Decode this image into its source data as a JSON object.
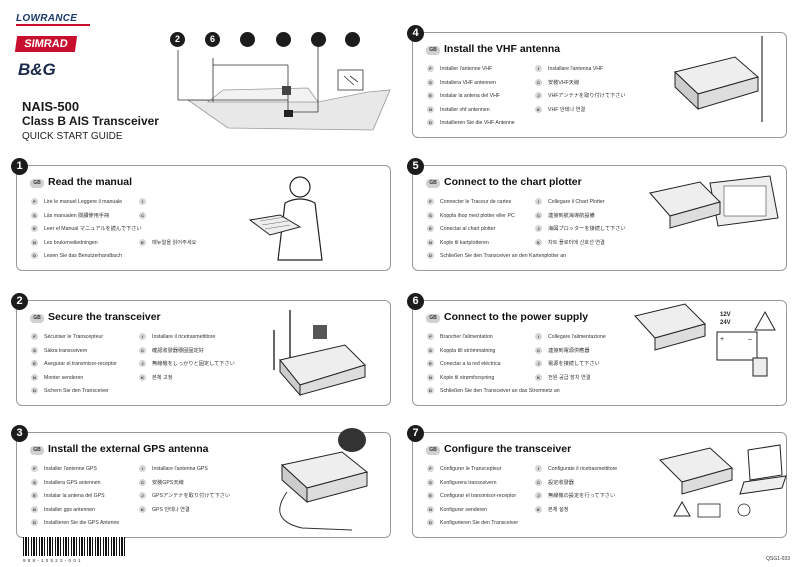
{
  "brands": {
    "lowrance": "LOWRANCE",
    "simrad": "SIMRAD",
    "bg": "B&G"
  },
  "header": {
    "model": "NAIS-500",
    "product": "Class B AIS Transceiver",
    "guide": "QUICK START GUIDE"
  },
  "diagram_callouts": [
    "2",
    "6"
  ],
  "doc_id": "QSG1-033",
  "barcode_text": "9 8 8 - 1 0 5 2 2 - 0 0 1",
  "steps": [
    {
      "num": "1",
      "code": "GB",
      "title": "Read the manual",
      "rows": [
        [
          "F",
          "Lire le manuel Leggere il manuale",
          "I",
          ""
        ],
        [
          "S",
          "Läs manualen 閱讀使用手冊",
          "C",
          ""
        ],
        [
          "E",
          "Leer el Manual マニュアルを読んで下さい",
          "",
          ""
        ],
        [
          "N",
          "Les brukerveiledningen",
          "K",
          "매뉴얼을 읽어주세요"
        ],
        [
          "D",
          "Lesen Sie das Benutzerhandbuch",
          "",
          ""
        ]
      ]
    },
    {
      "num": "2",
      "code": "GB",
      "title": "Secure the transceiver",
      "rows": [
        [
          "F",
          "Sécuriser le Transcepteur",
          "I",
          "Installare il ricetrasmettitore"
        ],
        [
          "S",
          "Säkra transceivern",
          "C",
          "確認收發器穩固固定好"
        ],
        [
          "E",
          "Asegurar el transmisor-receptor",
          "J",
          "無線機をしっかりと固定して下さい"
        ],
        [
          "N",
          "Monter senderen",
          "K",
          "본체 고정"
        ],
        [
          "D",
          "Sichern Sie den Transceiver",
          "",
          ""
        ]
      ]
    },
    {
      "num": "3",
      "code": "GB",
      "title": "Install the external GPS antenna",
      "rows": [
        [
          "F",
          "Installer l'antenne GPS",
          "I",
          "Installare l'antenna GPS"
        ],
        [
          "S",
          "Installera GPS antennen",
          "C",
          "安裝GPS天線"
        ],
        [
          "E",
          "Instalar la antena del GPS",
          "J",
          "GPSアンテナを取り付けて下さい"
        ],
        [
          "N",
          "Installer gps antennen",
          "K",
          "GPS 안테나 연결"
        ],
        [
          "D",
          "Installieren Sie die GPS Antenne",
          "",
          ""
        ]
      ]
    },
    {
      "num": "4",
      "code": "GB",
      "title": "Install the VHF antenna",
      "rows": [
        [
          "F",
          "Installer l'antenne VHF",
          "I",
          "Installare l'antenna VHF"
        ],
        [
          "S",
          "Installera VHF antennen",
          "C",
          "安裝VHF天線"
        ],
        [
          "E",
          "Instalar la antena del VHF",
          "J",
          "VHFアンテナを取り付けて下さい"
        ],
        [
          "N",
          "Installer vhf antennen",
          "K",
          "VHF 안테나 연결"
        ],
        [
          "D",
          "Installieren Sie die VHF Antenne",
          "",
          ""
        ]
      ]
    },
    {
      "num": "5",
      "code": "GB",
      "title": "Connect to the chart plotter",
      "rows": [
        [
          "F",
          "Connecter le Traceur de cartes",
          "I",
          "Collegare il Chart Plotter"
        ],
        [
          "S",
          "Koppla ihop med plotter eller PC",
          "C",
          "連接到航海導航設備"
        ],
        [
          "E",
          "Conectar al chart plotter",
          "J",
          "海図プロッターを接続して下さい"
        ],
        [
          "N",
          "Kople til kartplotteren",
          "K",
          "차트 플로터에 신호선 연결"
        ],
        [
          "D",
          "Schließen Sie den Transceiver an den Kartenplotter an",
          "",
          ""
        ]
      ]
    },
    {
      "num": "6",
      "code": "GB",
      "title": "Connect to the power supply",
      "rows": [
        [
          "F",
          "Brancher l'alimentation",
          "I",
          "Collegare l'alimentazione"
        ],
        [
          "S",
          "Koppla till strömmatning",
          "C",
          "連接到電源供應器"
        ],
        [
          "E",
          "Conectar a la red eléctrica",
          "J",
          "電源を接続して下さい"
        ],
        [
          "N",
          "Kople til strømforsyning",
          "K",
          "전원 공급 장치 연결"
        ],
        [
          "D",
          "Schließen Sie den Transceiver an das Stromnetz an",
          "",
          ""
        ]
      ]
    },
    {
      "num": "7",
      "code": "GB",
      "title": "Configure the transceiver",
      "rows": [
        [
          "F",
          "Configurer le Transcepteur",
          "I",
          "Configurate il ricetrasmettitore"
        ],
        [
          "S",
          "Konfigurera transceivern",
          "C",
          "設定收發器"
        ],
        [
          "E",
          "Configurar el transmisor-receptor",
          "J",
          "無線機の設定を行って下さい"
        ],
        [
          "N",
          "Konfigurer senderen",
          "K",
          "본체 설정"
        ],
        [
          "D",
          "Konfigurieren Sie den Transceiver",
          "",
          ""
        ]
      ]
    }
  ],
  "power_labels": {
    "v12": "12V",
    "v24": "24V",
    "plus": "+",
    "minus": "–"
  }
}
